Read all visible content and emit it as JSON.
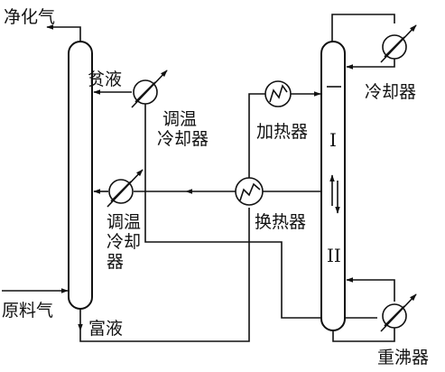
{
  "labels": {
    "purified_gas": "净化气",
    "lean_liquid": "贫液",
    "tempering_cooler_top_line1": "调温",
    "tempering_cooler_top_line2": "冷却器",
    "tempering_cooler_mid_line1": "调温",
    "tempering_cooler_mid_line2": "冷却",
    "tempering_cooler_mid_line3": "器",
    "feed_gas": "原料气",
    "rich_liquid": "富液",
    "heater": "加热器",
    "heat_exchanger": "换热器",
    "cooler": "冷却器",
    "reboiler": "重沸器",
    "section_one": "I",
    "section_two": "II"
  },
  "icons": {
    "cooler_symbol": "circle-with-crossing-arrow-icon",
    "heat_exchanger_symbol": "circle-with-zigzag-icon",
    "flow_arrow": "arrowhead-icon"
  },
  "colors": {
    "line": "#111111",
    "background": "#ffffff"
  }
}
